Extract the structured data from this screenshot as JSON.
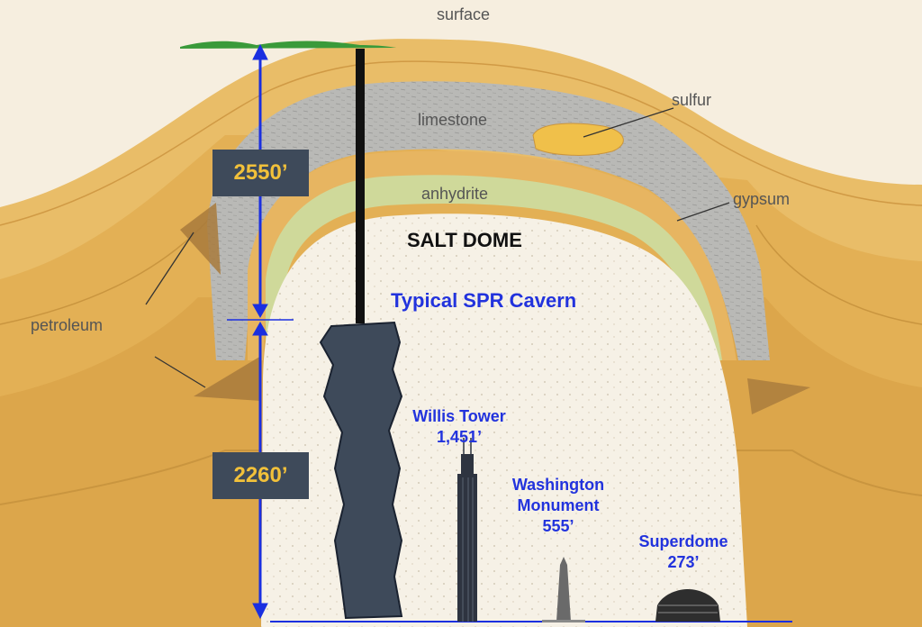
{
  "layers": {
    "surface": "surface",
    "limestone": "limestone",
    "sulfur": "sulfur",
    "anhydrite": "anhydrite",
    "gypsum": "gypsum",
    "petroleum": "petroleum"
  },
  "titles": {
    "salt_dome": "SALT DOME",
    "cavern": "Typical SPR Cavern"
  },
  "depths": {
    "upper": "2550’",
    "lower": "2260’"
  },
  "buildings": {
    "willis": {
      "name": "Willis Tower",
      "height": "1,451’"
    },
    "washington": {
      "name_line1": "Washington",
      "name_line2": "Monument",
      "height": "555’"
    },
    "superdome": {
      "name": "Superdome",
      "height": "273’"
    }
  },
  "colors": {
    "sediment": "#e6b560",
    "salt": "#f6f1e6",
    "limestone": "#b8b8b5",
    "anhydrite": "#cfd99a",
    "cavern": "#3e4a5a",
    "dimension": "#1a2fe0",
    "depth_text": "#f2c13a"
  }
}
